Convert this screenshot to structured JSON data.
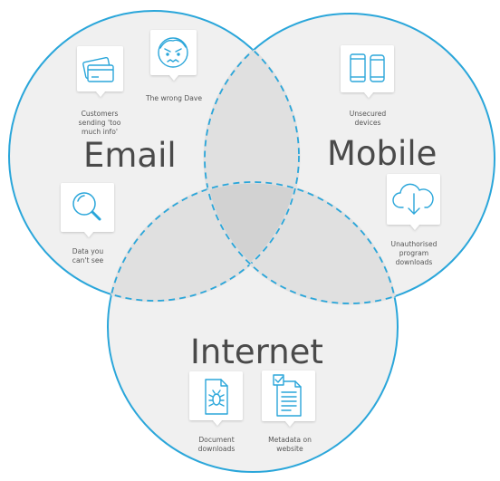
{
  "sets": {
    "email": "Email",
    "mobile": "Mobile",
    "internet": "Internet"
  },
  "items": {
    "customers_info": [
      "Customers",
      "sending 'too",
      "much info'"
    ],
    "wrong_dave": [
      "The wrong Dave"
    ],
    "data_cant_see": [
      "Data you",
      "can't see"
    ],
    "unsecured_devices": [
      "Unsecured",
      "devices"
    ],
    "unauthorised_downloads": [
      "Unauthorised",
      "program",
      "downloads"
    ],
    "document_downloads": [
      "Document",
      "downloads"
    ],
    "metadata_website": [
      "Metadata on",
      "website"
    ]
  },
  "colors": {
    "ring": "#2aa6da",
    "fill": "#f0f0f0",
    "overlap": "#e0e0e0",
    "center": "#cfcfcf",
    "icon": "#2aa6da"
  },
  "icons": {
    "customers_info": "credit-cards-icon",
    "wrong_dave": "angry-face-icon",
    "data_cant_see": "magnifier-icon",
    "unsecured_devices": "phones-icon",
    "unauthorised_downloads": "cloud-download-icon",
    "document_downloads": "bug-document-icon",
    "metadata_website": "checklist-document-icon"
  }
}
